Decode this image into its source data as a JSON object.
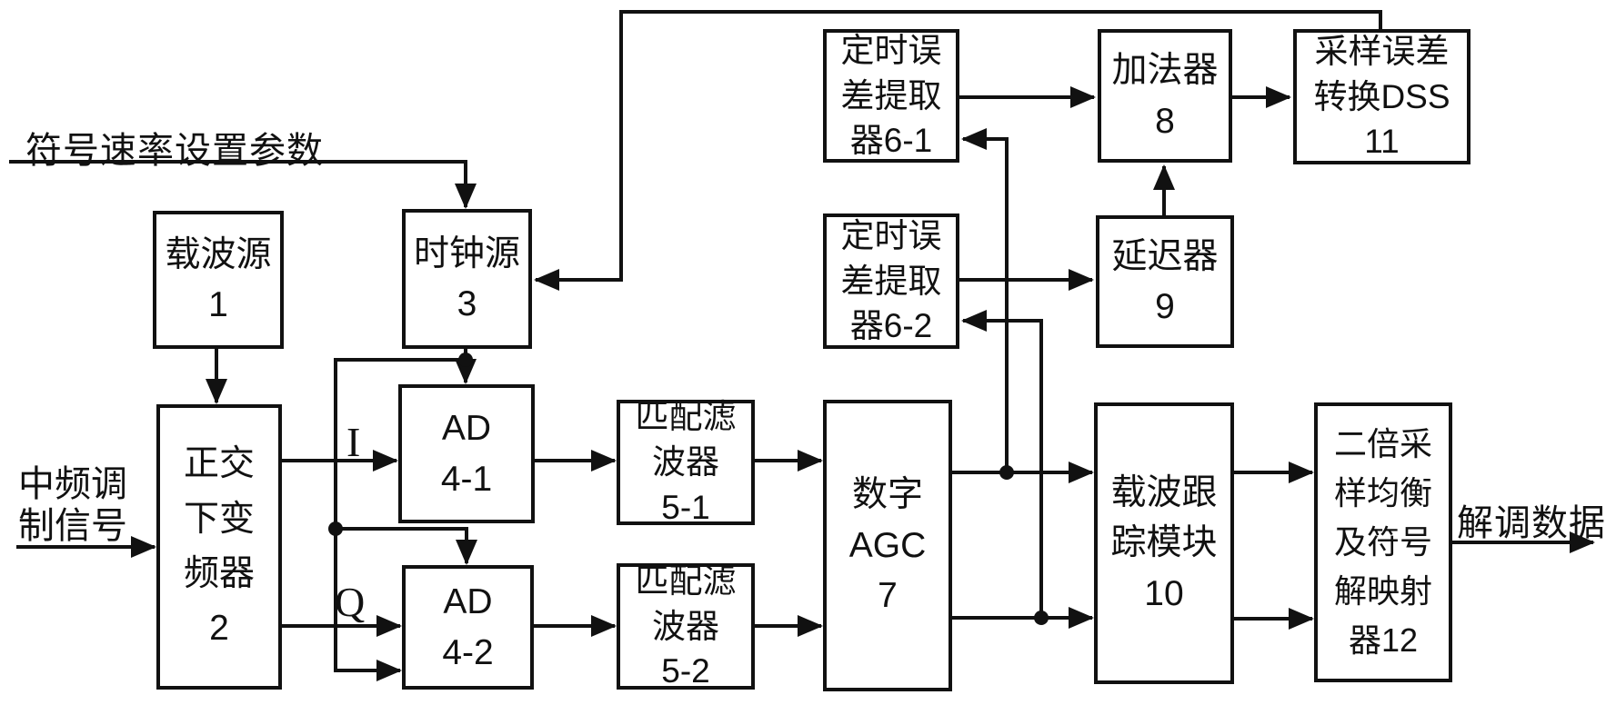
{
  "diagram": {
    "title": "demodulator-block-diagram",
    "colors": {
      "background": "#ffffff",
      "line": "#111111",
      "text": "#111111"
    },
    "blocks": [
      {
        "id": "1",
        "name": "carrier-source",
        "label": "载波源\n1"
      },
      {
        "id": "2",
        "name": "quadrature-downconverter",
        "label": "正交\n下变\n频器\n2"
      },
      {
        "id": "3",
        "name": "clock-source",
        "label": "时钟源\n3"
      },
      {
        "id": "4-1",
        "name": "ad-converter",
        "label": "AD\n4-1"
      },
      {
        "id": "4-2",
        "name": "ad-converter",
        "label": "AD\n4-2"
      },
      {
        "id": "5-1",
        "name": "matched-filter",
        "label": "匹配滤\n波器\n5-1"
      },
      {
        "id": "5-2",
        "name": "matched-filter",
        "label": "匹配滤\n波器\n5-2"
      },
      {
        "id": "6-1",
        "name": "timing-error-extractor",
        "label": "定时误\n差提取\n器6-1"
      },
      {
        "id": "6-2",
        "name": "timing-error-extractor",
        "label": "定时误\n差提取\n器6-2"
      },
      {
        "id": "7",
        "name": "digital-agc",
        "label": "数字\nAGC\n7"
      },
      {
        "id": "8",
        "name": "adder",
        "label": "加法器\n8"
      },
      {
        "id": "9",
        "name": "delay",
        "label": "延迟器\n9"
      },
      {
        "id": "10",
        "name": "carrier-tracking-module",
        "label": "载波跟\n踪模块\n10"
      },
      {
        "id": "11",
        "name": "sampling-error-converter-dss",
        "label": "采样误差\n转换DSS\n11"
      },
      {
        "id": "12",
        "name": "equalizer-symbol-demapper",
        "label": "二倍采\n样均衡\n及符号\n解映射\n器12"
      }
    ],
    "signals": {
      "symbol_rate_label": "符号速率设置参数",
      "if_input_label": "中频调\n制信号",
      "i_label": "I",
      "q_label": "Q",
      "output_label": "解调数据"
    }
  }
}
